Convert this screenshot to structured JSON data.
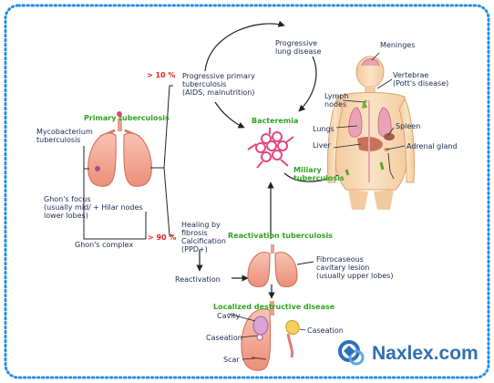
{
  "colors": {
    "frame": "#2a8ee0",
    "text": "#1b2a52",
    "green": "#2fa31f",
    "red": "#e2231a",
    "lung": "#f2a58f",
    "lung_edge": "#d06a55",
    "body": "#f7d7ad",
    "body_edge": "#d9a56a",
    "organ": "#e9a3b4",
    "bacteria": "#e24a7a",
    "brand": "#2f6fb6",
    "arrow": "#222222"
  },
  "labels": {
    "mycobacterium": "Mycobacterium\ntuberculosis",
    "primary_tb": "Primary tuberculosis",
    "ghons_focus": "Ghon's focus\n(usually mid/\nlower lobes)",
    "hilar_nodes": "+ Hilar nodes",
    "ghons_complex": "Ghon's complex",
    "pct_10": "> 10 %",
    "pct_90": "> 90 %",
    "progressive_primary": "Progressive primary\ntuberculosis\n(AIDS, malnutrition)",
    "progressive_lung": "Progressive\nlung disease",
    "bacteremia": "Bacteremia",
    "miliary": "Miliary\ntuberculosis",
    "healing": "Healing by\nfibrosis\nCalcification\n(PPD+)",
    "reactivation_tb": "Reactivation tuberculosis",
    "reactivation": "Reactivation",
    "fibrocaseous": "Fibrocaseous\ncavitary lesion\n(usually upper lobes)",
    "localized": "Localized destructive disease",
    "cavity": "Cavity",
    "caseation_left": "Caseation",
    "caseation_right": "Caseation",
    "scar": "Scar",
    "meninges": "Meninges",
    "vertebrae": "Vertebrae\n(Pott's disease)",
    "lymph_nodes": "Lymph\nnodes",
    "lungs": "Lungs",
    "spleen": "Spleen",
    "liver": "Liver",
    "adrenal": "Adrenal gland"
  },
  "brand": {
    "text": "Naxlex.com",
    "icon": "naxlex-logo-icon"
  }
}
